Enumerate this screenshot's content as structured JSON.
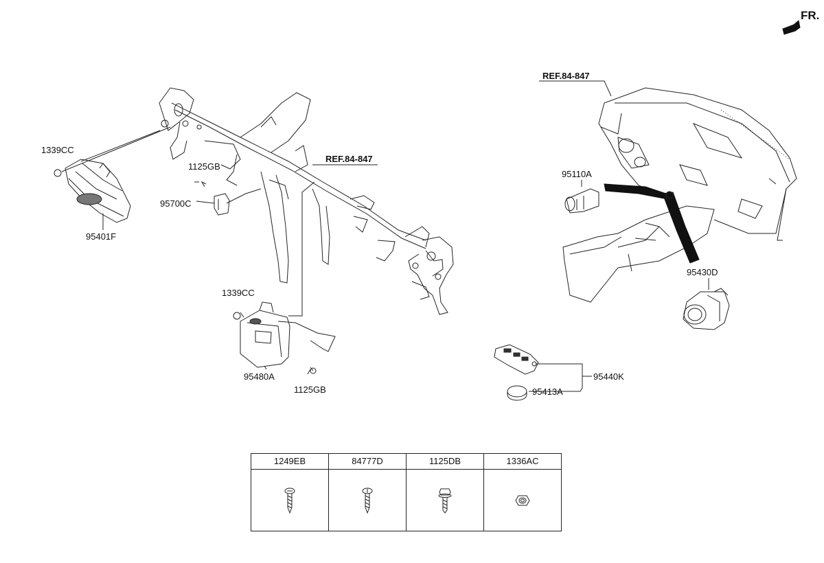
{
  "orientation": {
    "label": "FR."
  },
  "references": {
    "crossmember_ref": "REF.84-847",
    "dash_ref": "REF.84-847"
  },
  "callouts": {
    "bolt_left": "1339CC",
    "module_left": "95401F",
    "bolt_upper": "1125GB",
    "sensor": "95700C",
    "bolt_mid": "1339CC",
    "module_center": "95480A",
    "bolt_lower": "1125GB",
    "switch_95110a": "95110A",
    "ignition_switch": "95430D",
    "smart_key": "95440K",
    "battery": "95413A"
  },
  "hardware_table": {
    "columns": [
      {
        "part_no": "1249EB",
        "icon": "screw-icon"
      },
      {
        "part_no": "84777D",
        "icon": "screw-icon"
      },
      {
        "part_no": "1125DB",
        "icon": "flange-bolt-icon"
      },
      {
        "part_no": "1336AC",
        "icon": "nut-icon"
      }
    ]
  }
}
